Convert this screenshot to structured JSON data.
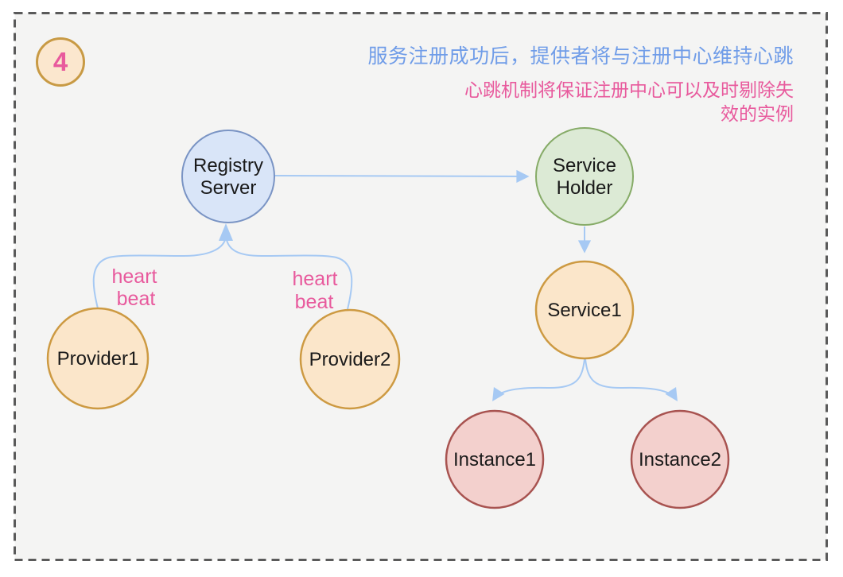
{
  "badge": {
    "label": "4"
  },
  "captions": {
    "line1": "服务注册成功后，提供者将与注册中心维持心跳",
    "line2": "心跳机制将保证注册中心可以及时剔除失",
    "line3": "效的实例"
  },
  "nodes": {
    "registry_server": {
      "line1": "Registry",
      "line2": "Server"
    },
    "service_holder": {
      "line1": "Service",
      "line2": "Holder"
    },
    "service1": {
      "label": "Service1"
    },
    "provider1": {
      "label": "Provider1"
    },
    "provider2": {
      "label": "Provider2"
    },
    "instance1": {
      "label": "Instance1"
    },
    "instance2": {
      "label": "Instance2"
    }
  },
  "edge_labels": {
    "heartbeat_left": {
      "line1": "heart",
      "line2": "beat"
    },
    "heartbeat_right": {
      "line1": "heart",
      "line2": "beat"
    }
  },
  "edges": [
    {
      "from": "Provider1",
      "to": "Registry Server",
      "label": "heart beat"
    },
    {
      "from": "Provider2",
      "to": "Registry Server",
      "label": "heart beat"
    },
    {
      "from": "Registry Server",
      "to": "Service Holder",
      "label": ""
    },
    {
      "from": "Service Holder",
      "to": "Service1",
      "label": ""
    },
    {
      "from": "Service1",
      "to": "Instance1",
      "label": ""
    },
    {
      "from": "Service1",
      "to": "Instance2",
      "label": ""
    }
  ],
  "colors": {
    "inner_background": "#f4f4f3",
    "frame_border": "#5a5a5a",
    "arrow": "#a6c9f3",
    "caption_blue": "#6f9ce8",
    "caption_pink": "#e85a9d",
    "node_blue_fill": "#d9e5f8",
    "node_blue_border": "#7a94c4",
    "node_green_fill": "#dcead5",
    "node_green_border": "#86ab67",
    "node_orange_fill": "#fbe6ca",
    "node_orange_border": "#cd9a42",
    "node_red_fill": "#f3d0cd",
    "node_red_border": "#a85350",
    "badge_fill": "#fbe7ce",
    "badge_border": "#c89a44",
    "badge_text": "#e85a9d"
  }
}
